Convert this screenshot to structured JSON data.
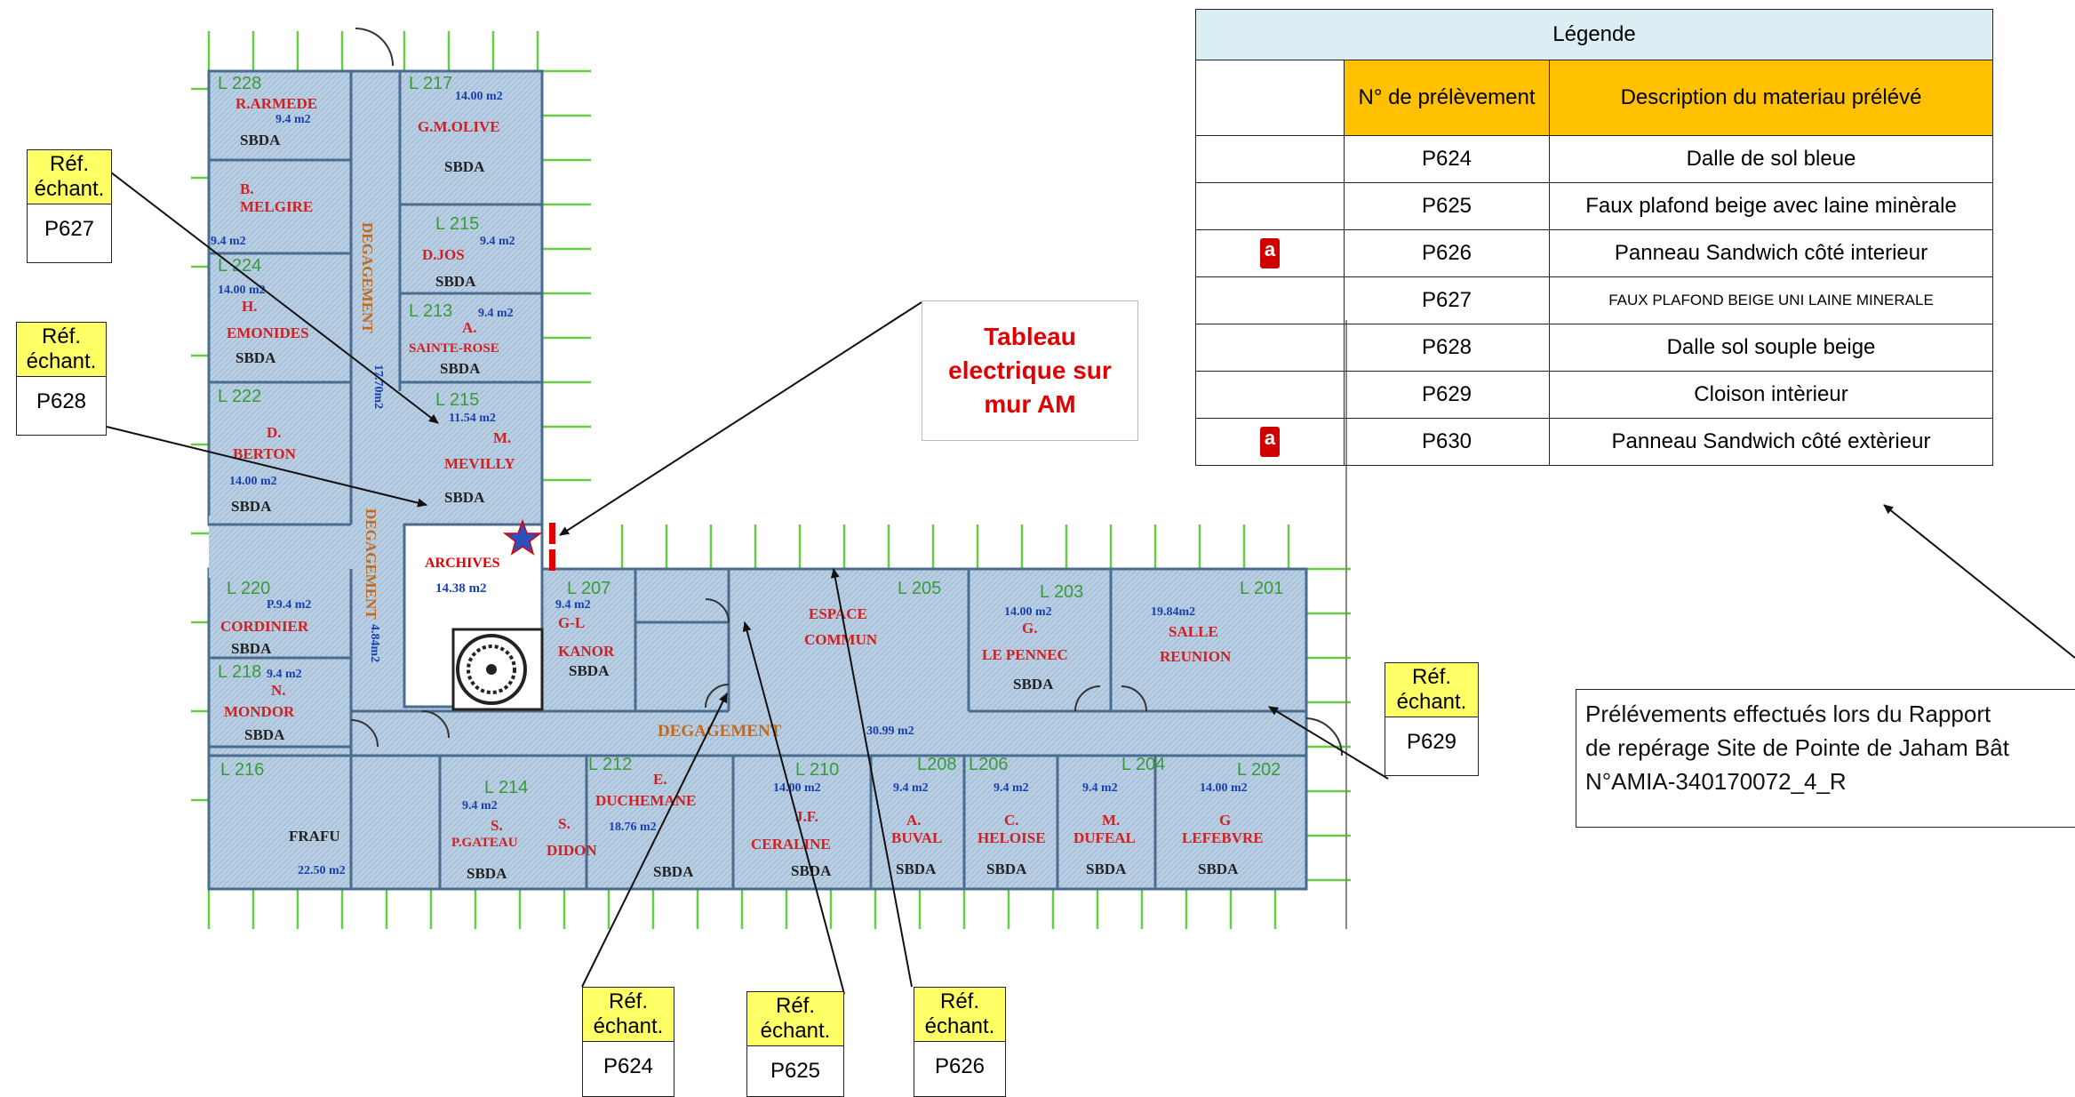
{
  "legend": {
    "title": "Légende",
    "col_num": "N° de prélèvement",
    "col_desc": "Description du materiau prélévé",
    "rows": [
      {
        "num": "P624",
        "desc": "Dalle de sol bleue",
        "asbestos": false
      },
      {
        "num": "P625",
        "desc": "Faux plafond beige avec laine minèrale",
        "asbestos": false
      },
      {
        "num": "P626",
        "desc": "Panneau Sandwich côté interieur",
        "asbestos": true
      },
      {
        "num": "P627",
        "desc": "FAUX PLAFOND BEIGE UNI LAINE MINERALE",
        "asbestos": false
      },
      {
        "num": "P628",
        "desc": "Dalle sol souple beige",
        "asbestos": false
      },
      {
        "num": "P629",
        "desc": "Cloison intèrieur",
        "asbestos": false
      },
      {
        "num": "P630",
        "desc": "Panneau Sandwich côté extèrieur",
        "asbestos": true
      }
    ],
    "asbestos_icon_letter": "a"
  },
  "note": {
    "line1": "Prélévements effectués lors du Rapport",
    "line2": "de repérage Site de Pointe de Jaham Bât",
    "line3": "N°AMIA-340170072_4_R"
  },
  "tableau": {
    "line1": "Tableau",
    "line2": "electrique sur",
    "line3": "mur AM"
  },
  "ref_header_1": "Réf.",
  "ref_header_2": "échant.",
  "refs": {
    "p627": "P627",
    "p628": "P628",
    "p629": "P629",
    "p624": "P624",
    "p625": "P625",
    "p626": "P626"
  },
  "rooms": {
    "r228": {
      "num": "L 228",
      "name": "R.ARMEDE",
      "area": "9.4 m2",
      "note": "SBDA"
    },
    "r217": {
      "num": "L 217",
      "area": "14.00 m2",
      "name": "G.M.OLIVE",
      "note": "SBDA"
    },
    "r226": {
      "name1": "B.",
      "name2": "MELGIRE",
      "area": "9.4 m2"
    },
    "r215a": {
      "num": "L 215",
      "area": "9.4 m2",
      "name": "D.JOS",
      "note": "SBDA"
    },
    "r224": {
      "num": "L 224",
      "area": "14.00 m2",
      "name1": "H.",
      "name2": "EMONIDES",
      "note": "SBDA"
    },
    "r213": {
      "num": "L 213",
      "area": "9.4 m2",
      "name1": "A.",
      "name2": "SAINTE-ROSE",
      "note": "SBDA"
    },
    "r222": {
      "num": "L 222",
      "name1": "D.",
      "name2": "BERTON",
      "area": "14.00 m2",
      "note": "SBDA"
    },
    "r215b": {
      "num": "L 215",
      "area": "11.54 m2",
      "name1": "M.",
      "name2": "MEVILLY",
      "note": "SBDA"
    },
    "archives": {
      "name": "ARCHIVES",
      "area": "14.38 m2"
    },
    "r220": {
      "num": "L 220",
      "area": "P.9.4 m2",
      "name": "CORDINIER",
      "note": "SBDA"
    },
    "r218": {
      "num": "L 218",
      "area": "9.4 m2",
      "name1": "N.",
      "name2": "MONDOR",
      "note": "SBDA"
    },
    "r207": {
      "num": "L 207",
      "area": "9.4 m2",
      "name1": "G-L",
      "name2": "KANOR",
      "note": "SBDA"
    },
    "r205": {
      "num": "L 205",
      "name1": "ESPACE",
      "name2": "COMMUN"
    },
    "r203": {
      "num": "L 203",
      "area": "14.00 m2",
      "name1": "G.",
      "name2": "LE PENNEC",
      "note": "SBDA"
    },
    "r201": {
      "num": "L 201",
      "area": "19.84m2",
      "name1": "SALLE",
      "name2": "REUNION"
    },
    "r216": {
      "num": "L 216",
      "name": "FRAFU",
      "area": "22.50 m2"
    },
    "r214": {
      "num": "L 214",
      "area": "9.4 m2",
      "name1": "S.",
      "name2": "P.GATEAU",
      "note": "SBDA"
    },
    "r212": {
      "num": "L 212",
      "name1": "E.",
      "name2": "DUCHEMANE",
      "area": "18.76 m2",
      "name3": "S.",
      "name4": "DIDON",
      "note": "SBDA"
    },
    "r210": {
      "num": "L 210",
      "area": "14.00 m2",
      "name1": "J.F.",
      "name2": "CERALINE",
      "note": "SBDA"
    },
    "r208": {
      "num": "L208",
      "area": "9.4 m2",
      "name1": "A.",
      "name2": "BUVAL",
      "note": "SBDA"
    },
    "r206": {
      "num": "L206",
      "area": "9.4 m2",
      "name1": "C.",
      "name2": "HELOISE",
      "note": "SBDA"
    },
    "r204": {
      "num": "L 204",
      "area": "9.4 m2",
      "name1": "M.",
      "name2": "DUFEAL",
      "note": "SBDA"
    },
    "r202": {
      "num": "L 202",
      "area": "14.00 m2",
      "name1": "G",
      "name2": "LEFEBVRE",
      "note": "SBDA"
    },
    "deg1": {
      "name": "DEGAGEMENT",
      "area": "17.70m2"
    },
    "deg2": {
      "name": "DEGAGEMENT",
      "area": "4.84m2"
    },
    "deg3": {
      "name": "DEGAGEMENT",
      "area": "30.99 m2"
    }
  },
  "colors": {
    "floor": "#b8cfe3",
    "wall": "#4a6d8f",
    "grid": "#66cc44",
    "room_num": "#3a9a3a",
    "name": "#d02020",
    "area": "#1a3fb0",
    "sbda": "#222222",
    "corridor": "#c06a20",
    "ref_head": "#ffff66",
    "legend_head": "#ffc000",
    "legend_title": "#dbeef3"
  }
}
